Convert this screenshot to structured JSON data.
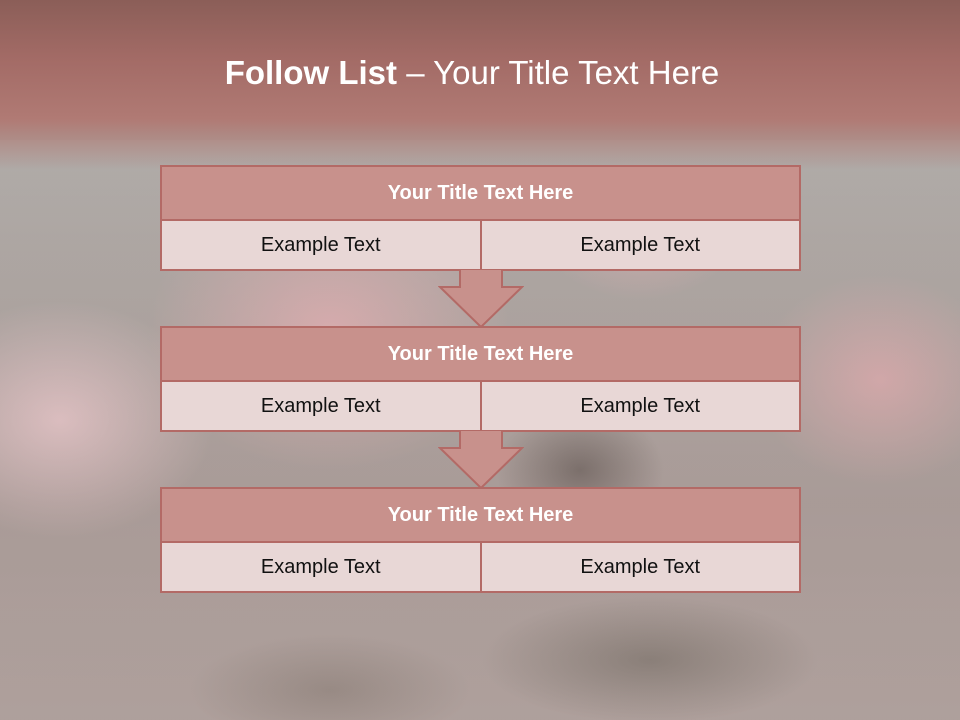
{
  "slide": {
    "title_bold": "Follow List",
    "title_rest": "– Your Title Text Here"
  },
  "steps": [
    {
      "title": "Your Title Text Here",
      "left": "Example Text",
      "right": "Example Text"
    },
    {
      "title": "Your Title Text Here",
      "left": "Example Text",
      "right": "Example Text"
    },
    {
      "title": "Your Title Text Here",
      "left": "Example Text",
      "right": "Example Text"
    }
  ],
  "colors": {
    "header": "#a36b66",
    "title_fill": "#c8918c",
    "cell_fill": "#e8d7d6",
    "border": "#b36a66"
  }
}
